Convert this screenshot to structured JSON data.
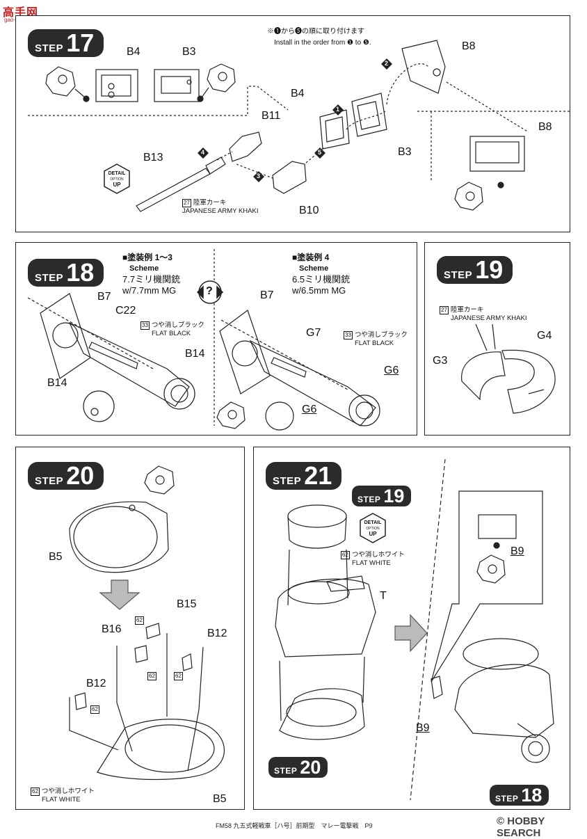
{
  "site": {
    "logo": "高手网",
    "domain": "gao-shou.com"
  },
  "step_word": "STEP",
  "step17": {
    "number": "17",
    "note_jp": "※❶から❺の順に取り付けます",
    "note_en": "Install in the order from ❶ to ❺.",
    "labels": {
      "b4_top": "B4",
      "b3_top": "B3",
      "b8_top": "B8",
      "b4_mid": "B4",
      "b11": "B11",
      "b13": "B13",
      "b3_mid": "B3",
      "b10": "B10",
      "b8_right": "B8"
    },
    "order": [
      "1",
      "2",
      "3",
      "4",
      "5"
    ],
    "detail_badge": {
      "l1": "DETAIL",
      "l2": "OPTION",
      "l3": "UP"
    },
    "paint": {
      "code": "27",
      "jp": "陸軍カーキ",
      "en": "JAPANESE ARMY KHAKI"
    }
  },
  "step18": {
    "number": "18",
    "scheme_a": {
      "title": "■塗装例 1〜3",
      "label": "Scheme",
      "jp": "7.7ミリ機関銃",
      "en": "w/7.7mm MG"
    },
    "scheme_b": {
      "title": "■塗装例 4",
      "label": "Scheme",
      "jp": "6.5ミリ機関銃",
      "en": "w/6.5mm MG"
    },
    "labels": {
      "b7_a": "B7",
      "c22": "C22",
      "b14_a": "B14",
      "b14_b": "B14",
      "b7_b": "B7",
      "g7": "G7",
      "g6_a": "G6",
      "g6_b": "G6"
    },
    "paint_a": {
      "code": "33",
      "jp": "つや消しブラック",
      "en": "FLAT BLACK"
    },
    "paint_b": {
      "code": "33",
      "jp": "つや消しブラック",
      "en": "FLAT BLACK"
    },
    "choice_icon": "?"
  },
  "step19": {
    "number": "19",
    "paint": {
      "code": "27",
      "jp": "陸軍カーキ",
      "en": "JAPANESE ARMY KHAKI"
    },
    "labels": {
      "g4": "G4",
      "g3": "G3"
    }
  },
  "step20": {
    "number": "20",
    "labels": {
      "b5_top": "B5",
      "b15": "B15",
      "b16": "B16",
      "b12_right": "B12",
      "b12_left": "B12",
      "b5_bottom": "B5"
    },
    "part_paint": "62",
    "paint": {
      "code": "62",
      "jp": "つや消しホワイト",
      "en": "FLAT WHITE"
    }
  },
  "step21": {
    "number": "21",
    "ref_top": "19",
    "ref_bottom": "20",
    "ref_right": "18",
    "detail_badge": {
      "l1": "DETAIL",
      "l2": "OPTION",
      "l3": "UP"
    },
    "paint": {
      "code": "62",
      "jp": "つや消しホワイト",
      "en": "FLAT WHITE"
    },
    "labels": {
      "t": "T",
      "b9_inset": "B9",
      "b9": "B9"
    }
  },
  "footer": {
    "text": "FM58 九五式軽戦車［ハ号］前期型　マレー電撃戦　P9",
    "brand": "HOBBY SEARCH",
    "brand_mark": "©"
  }
}
